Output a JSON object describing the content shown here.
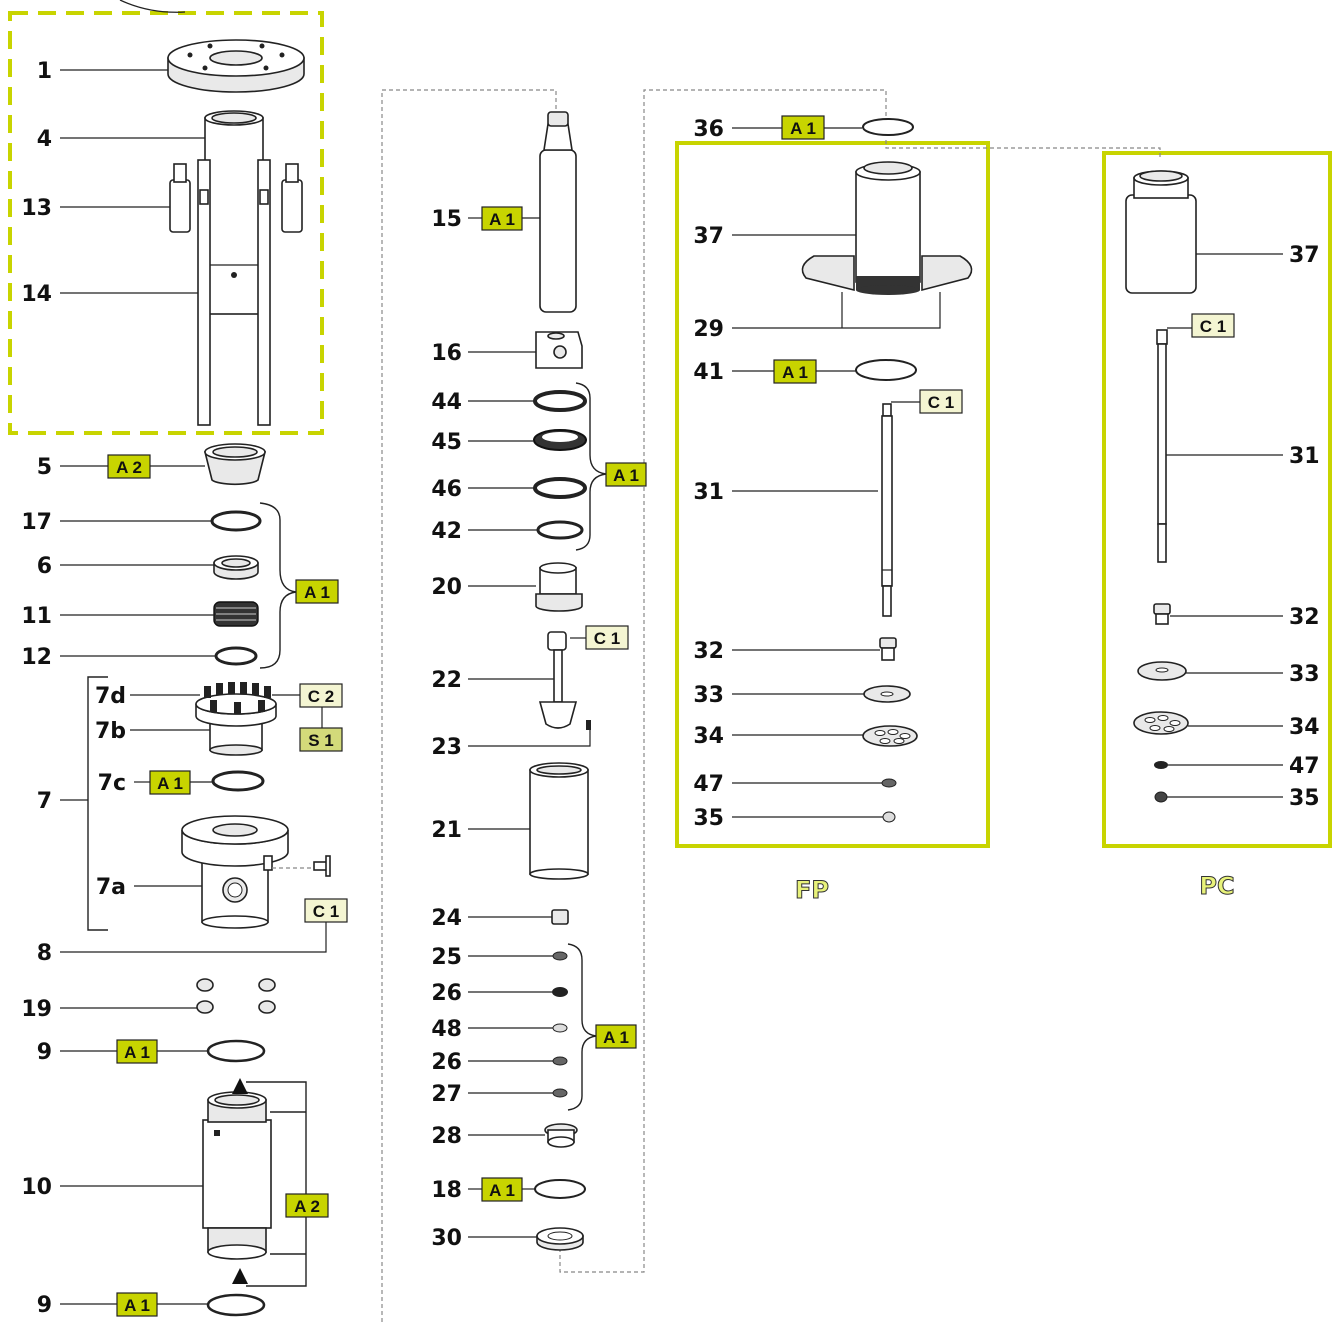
{
  "colors": {
    "frame_accent": "#c8d400",
    "tag_green": "#c8d400",
    "tag_pale": "#f4f5d2",
    "tag_olive": "#d3da7a"
  },
  "variants": {
    "fp": "FP",
    "pc": "PC"
  },
  "col1": {
    "n1": "1",
    "n4": "4",
    "n13": "13",
    "n14": "14",
    "n5": "5",
    "n17": "17",
    "n6": "6",
    "n11": "11",
    "n12": "12",
    "n7d": "7d",
    "n7b": "7b",
    "n7c": "7c",
    "n7": "7",
    "n7a": "7a",
    "n8": "8",
    "n19": "19",
    "n9a": "9",
    "n10": "10",
    "n9b": "9"
  },
  "col2": {
    "n15": "15",
    "n16": "16",
    "n44": "44",
    "n45": "45",
    "n46": "46",
    "n42": "42",
    "n20": "20",
    "n22": "22",
    "n23": "23",
    "n21": "21",
    "n24": "24",
    "n25": "25",
    "n26a": "26",
    "n48": "48",
    "n26b": "26",
    "n27": "27",
    "n28": "28",
    "n18": "18",
    "n30": "30"
  },
  "col3": {
    "n36": "36",
    "n37": "37",
    "n29": "29",
    "n41": "41",
    "n31": "31",
    "n32": "32",
    "n33": "33",
    "n34": "34",
    "n47": "47",
    "n35": "35"
  },
  "col4": {
    "n37": "37",
    "n31": "31",
    "n32": "32",
    "n33": "33",
    "n34": "34",
    "n47": "47",
    "n35": "35"
  },
  "tags": {
    "t5": "A 2",
    "tgrp1": "A 1",
    "t7d": "C 2",
    "t7b": "S 1",
    "t7c": "A 1",
    "t7a": "C 1",
    "t9a": "A 1",
    "t10": "A 2",
    "t9b": "A 1",
    "t15": "A 1",
    "tgrp2": "A 1",
    "t22": "C 1",
    "tgrp3": "A 1",
    "t18": "A 1",
    "t36": "A 1",
    "t41": "A 1",
    "t31fp": "C 1",
    "t31pc": "C 1"
  }
}
